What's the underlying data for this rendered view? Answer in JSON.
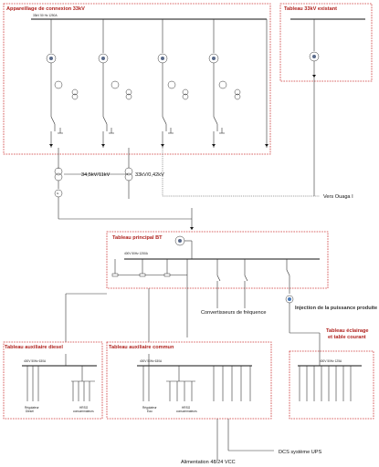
{
  "panels": {
    "switchgear_33kv": {
      "title": "Appareillage de connexion 33kV",
      "bus_label": "33kV 50 Hz 1250A"
    },
    "existing_33kv": {
      "title": "Tableau 33kV existant"
    },
    "main_lv": {
      "title": "Tableau principal BT",
      "bus_label": "400V 50Hz 1250A"
    },
    "aux_diesel": {
      "title": "Tableau auxiliaire diesel",
      "bus_label": "400V 50Hz 630A"
    },
    "aux_common": {
      "title": "Tableau auxiliaire commun",
      "bus_label": "400V 50Hz 630A"
    },
    "lighting": {
      "title_line1": "Tableau éclairage",
      "title_line2": "et table courant",
      "bus_label": "400V 50Hz 125A"
    }
  },
  "transformers": {
    "t1": "34,5kV/11kV",
    "t2": "33kV/0,42kV"
  },
  "labels": {
    "vers_ouaga": "Vers Ouaga I",
    "convertisseurs": "Convertisseurs de fréquence",
    "injection": "Injection de la puissance produite",
    "alimentation": "Alimentation 48/24 VCC",
    "dcs": "DCS système UPS",
    "regulateur_1": "Régulateur",
    "regulateur_2": "Diesel",
    "regulateur_eau_2": "Eau",
    "hrsg_1": "HRSG",
    "hrsg_2": "consommateurs"
  }
}
